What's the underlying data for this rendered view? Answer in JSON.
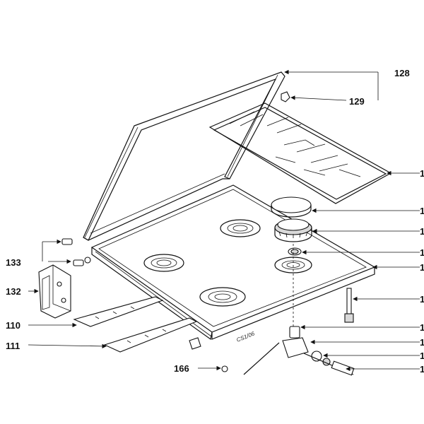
{
  "callouts": [
    {
      "id": "128",
      "label": "128"
    },
    {
      "id": "129",
      "label": "129"
    },
    {
      "id": "133",
      "label": "133"
    },
    {
      "id": "132",
      "label": "132"
    },
    {
      "id": "110",
      "label": "110"
    },
    {
      "id": "111",
      "label": "111"
    },
    {
      "id": "166",
      "label": "166"
    }
  ],
  "partial_labels": [
    "1",
    "1",
    "1",
    "1",
    "1",
    "1",
    "1",
    "1",
    "1",
    "1"
  ],
  "drawing_code": "CS1/06",
  "colors": {
    "line": "#111111",
    "background": "#ffffff",
    "shade": "#d9d9d9"
  }
}
